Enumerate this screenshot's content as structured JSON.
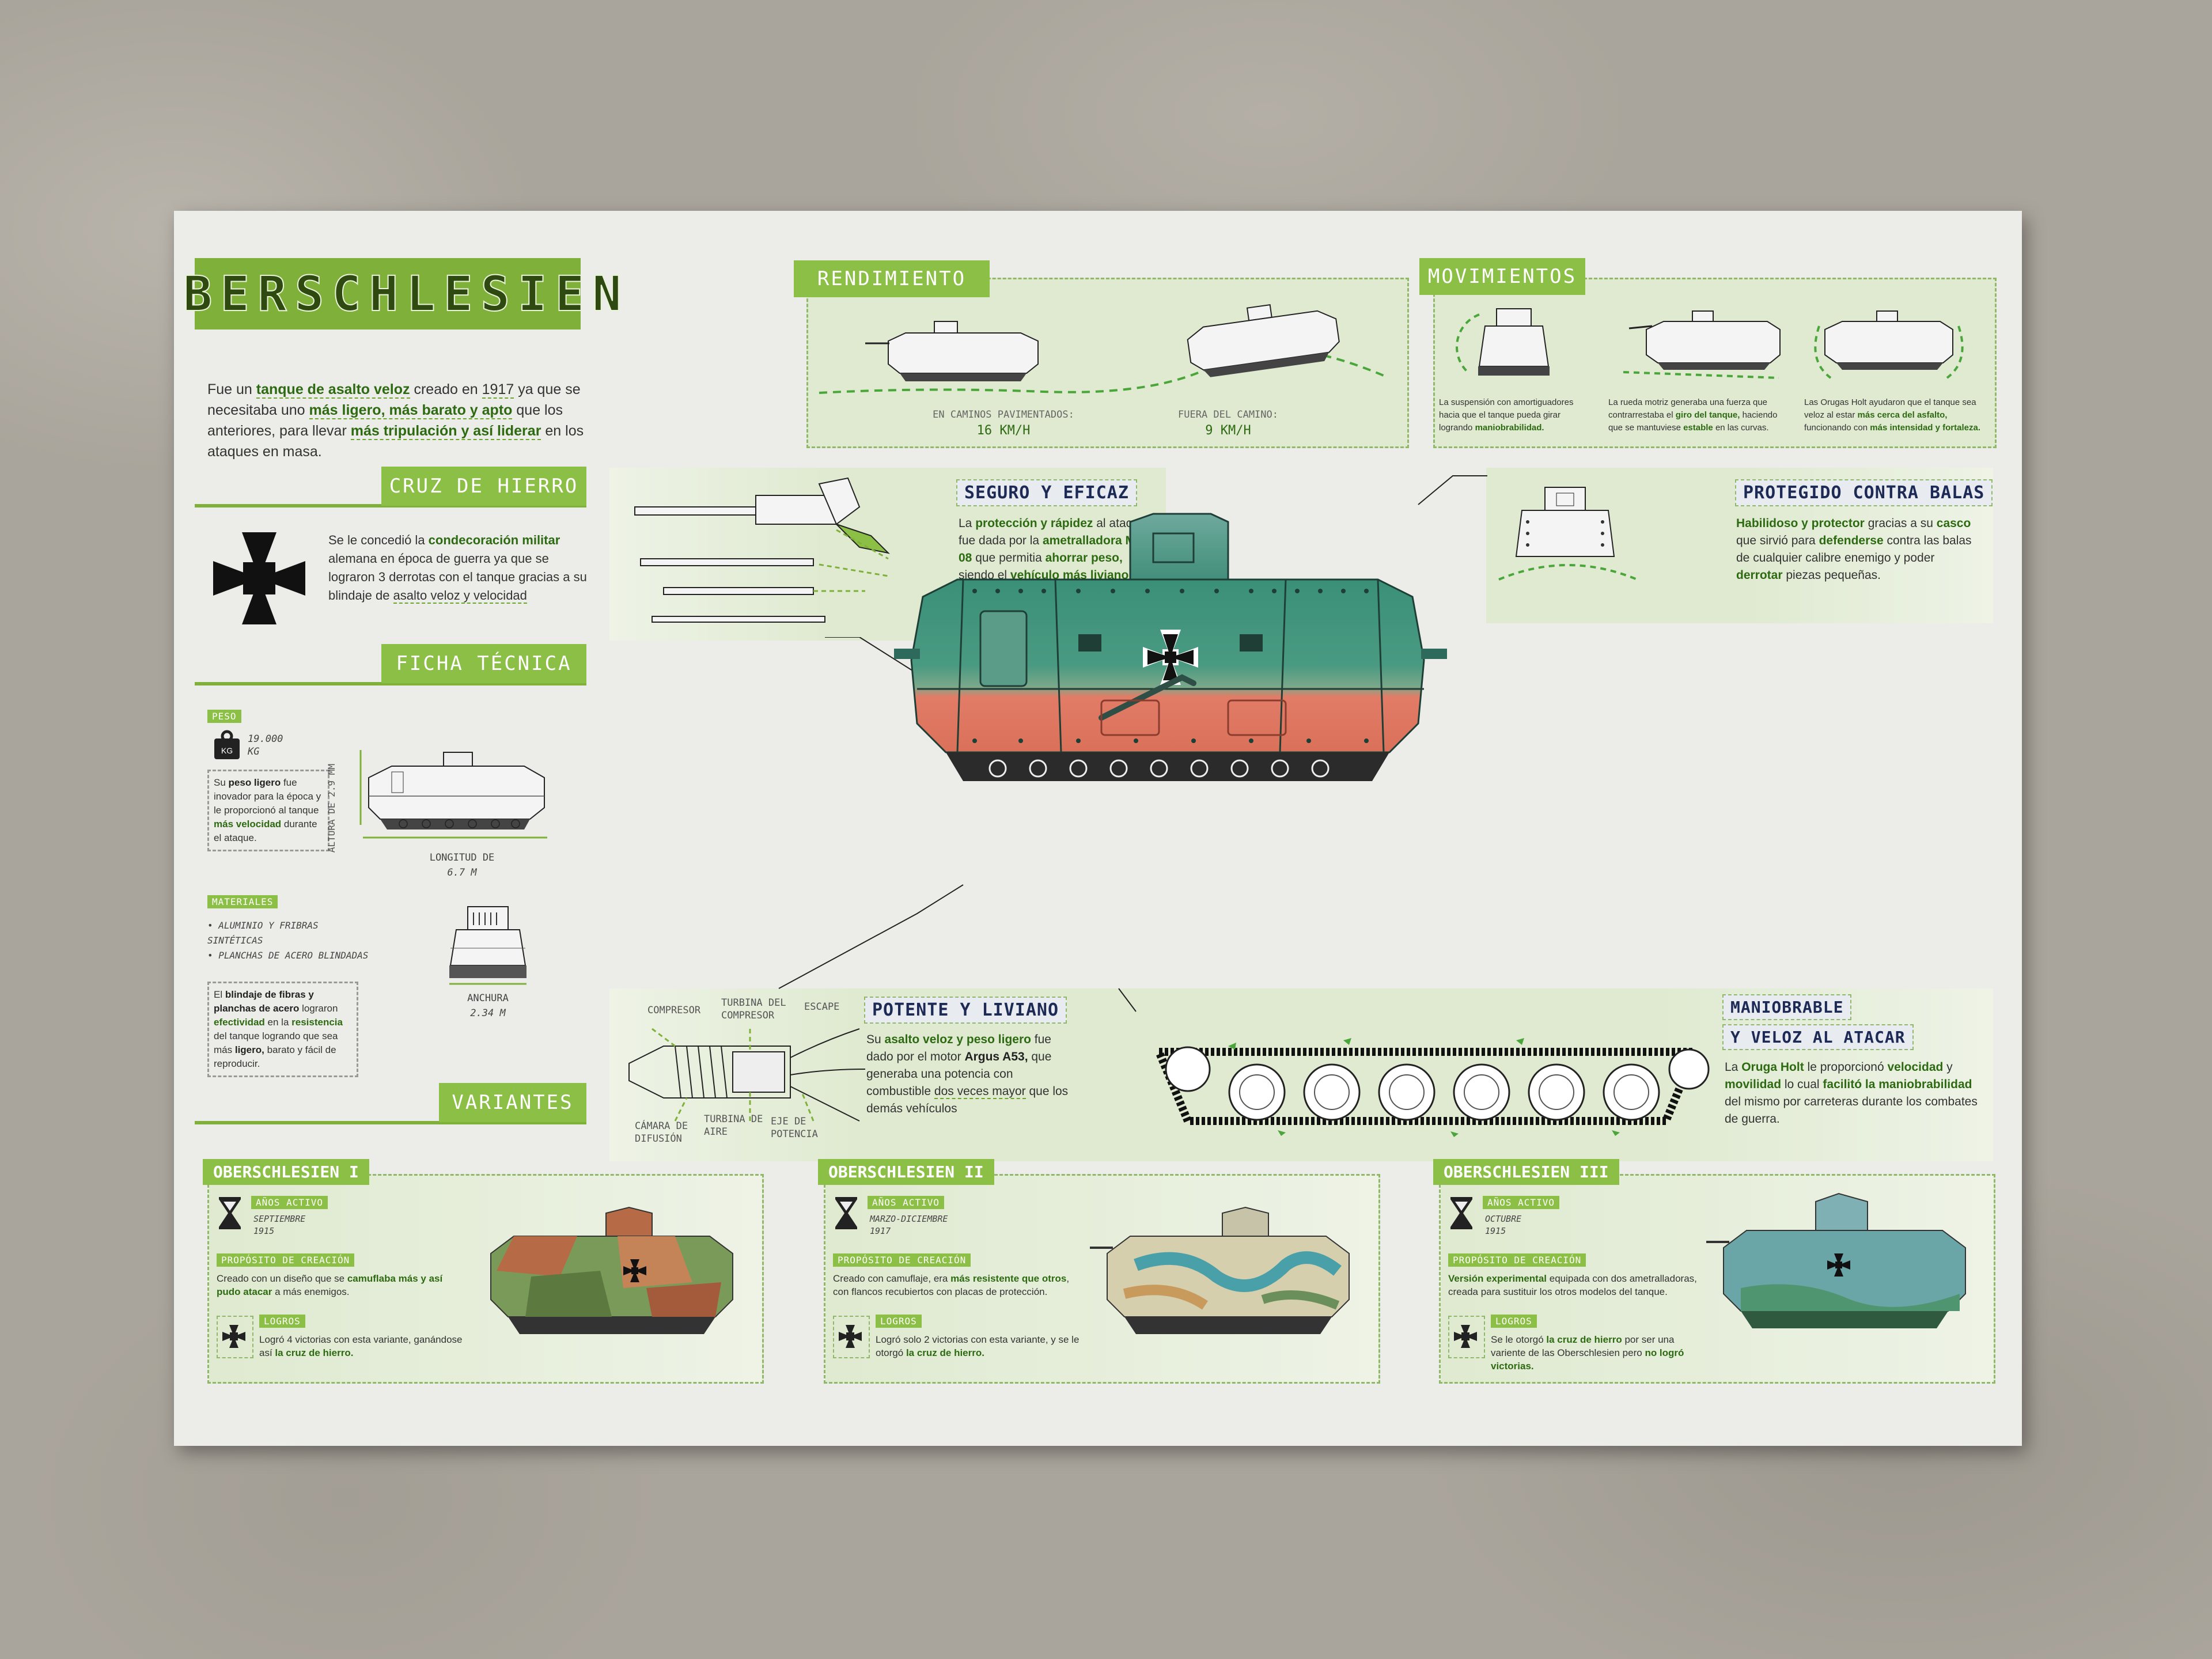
{
  "title": "OBERSCHLESIEN",
  "intro": {
    "p1": "Fue un ",
    "b1": "tanque de asalto veloz",
    "p2": " creado en ",
    "year": "1917",
    "p3": " ya que se necesitaba uno ",
    "b2": "más ligero, más barato y apto",
    "p4": " que los anteriores, para llevar ",
    "b3": "más tripulación y así liderar",
    "p5": " en los ataques en masa."
  },
  "cruz": {
    "header": "CRUZ DE HIERRO",
    "p1": "Se le concedió la ",
    "b1": "condecoración militar",
    "p2": " alemana en época de guerra ya que se lograron 3 derrotas con el tanque gracias a su blindaje de ",
    "b2": "asalto veloz y velocidad"
  },
  "ficha": {
    "header": "FICHA TÉCNICA",
    "peso_tab": "PESO",
    "peso_value": "19.000",
    "peso_unit": "KG",
    "peso_text_1": "Su ",
    "peso_text_b1": "peso ligero",
    "peso_text_2": " fue inovador para la época y le proporcionó al tanque ",
    "peso_text_b2": "más velocidad",
    "peso_text_3": " durante el ataque.",
    "altura_label": "ALTURA DE",
    "altura_value": "2.9 MM",
    "longitud_label": "LONGITUD DE",
    "longitud_value": "6.7 M",
    "anchura_label": "ANCHURA",
    "anchura_value": "2.34 M",
    "materiales_tab": "MATERIALES",
    "materiales": [
      "ALUMINIO Y FRIBRAS SINTÉTICAS",
      "PLANCHAS DE ACERO BLINDADAS"
    ],
    "blindaje_1": "El ",
    "blindaje_b1": "blindaje de fibras y planchas de acero",
    "blindaje_2": " lograron ",
    "blindaje_b2": "efectividad",
    "blindaje_3": " en la ",
    "blindaje_b3": "resistencia",
    "blindaje_4": " del tanque logrando que sea más ",
    "blindaje_b4": "ligero,",
    "blindaje_5": " barato y fácil de reproducir."
  },
  "rendimiento": {
    "header": "RENDIMIENTO",
    "label1": "EN CAMINOS PAVIMENTADOS:",
    "value1": "16 KM/H",
    "label2": "FUERA DEL CAMINO:",
    "value2": "9 KM/H"
  },
  "movimientos": {
    "header": "MOVIMIENTOS",
    "m1_1": "La suspensión con amortiguadores hacia que el tanque pueda girar logrando ",
    "m1_b": "maniobrabilidad.",
    "m2_1": "La rueda motriz generaba una fuerza que contrarrestaba el ",
    "m2_b1": "giro del tanque,",
    "m2_2": " haciendo que se mantuviese ",
    "m2_b2": "estable",
    "m2_3": " en las curvas.",
    "m3_1": "Las Orugas Holt ayudaron que el tanque sea veloz al estar ",
    "m3_b1": "más cerca del asfalto,",
    "m3_2": " funcionando con ",
    "m3_b2": "más intensidad y fortaleza."
  },
  "seguro": {
    "header": "SEGURO Y EFICAZ",
    "p1": "La ",
    "b1": "protección y rápidez",
    "p2": " al atacar fue dada por la ",
    "b2": "ametralladora MG 08",
    "p3": " que permitia ",
    "b3": "ahorrar peso,",
    "p4": " siendo el ",
    "b4": "vehículo más liviano."
  },
  "protegido": {
    "header": "PROTEGIDO CONTRA BALAS",
    "b1": "Habilidoso y protector",
    "p1": " gracias a su ",
    "b2": "casco",
    "p2": " que sirvió para ",
    "b3": "defenderse",
    "p3": " contra las balas de cualquier calibre enemigo y poder ",
    "b4": "derrotar",
    "p4": " piezas pequeñas."
  },
  "potente": {
    "header": "POTENTE Y LIVIANO",
    "p1": "Su ",
    "b1": "asalto veloz y peso ligero",
    "p2": " fue dado por el motor ",
    "b2": "Argus A53,",
    "p3": " que generaba una potencia con combustible ",
    "u1": "dos veces mayor",
    "p4": " que los demás vehículos",
    "labels": {
      "compresor": "COMPRESOR",
      "turbina_compresor": "TURBINA DEL COMPRESOR",
      "escape": "ESCAPE",
      "camara": "CÁMARA DE DIFUSIÓN",
      "turbina_aire": "TURBINA DE AIRE",
      "eje": "EJE DE POTENCIA"
    }
  },
  "maniobrable": {
    "header1": "MANIOBRABLE",
    "header2": "Y VELOZ AL ATACAR",
    "p1": "La ",
    "b1": "Oruga Holt",
    "p2": " le proporcionó ",
    "b2": "velocidad",
    "p3": " y ",
    "b3": "movilidad",
    "p4": " lo cual ",
    "b4": "facilitó la maniobrabilidad",
    "p5": " del mismo por carreteras durante los combates de guerra."
  },
  "variantes": {
    "header": "VARIANTES",
    "anos_tab": "AÑOS ACTIVO",
    "proposito_tab": "PROPÓSITO DE CREACIÓN",
    "logros_tab": "LOGROS",
    "items": [
      {
        "name": "OBERSCHLESIEN I",
        "years_1": "SEPTIEMBRE",
        "years_2": "1915",
        "prop_1": "Creado con un diseño que se ",
        "prop_b1": "camuflaba",
        "prop_2": " ",
        "prop_b2": "más y así pudo atacar",
        "prop_3": " a más enemigos.",
        "log_1": "Logró 4 victorias con esta variante, ganándose así ",
        "log_b": "la cruz de hierro."
      },
      {
        "name": "OBERSCHLESIEN II",
        "years_1": "MARZO-DICIEMBRE",
        "years_2": "1917",
        "prop_1": "Creado con camuflaje, era ",
        "prop_b1": "más resistente que otros",
        "prop_2": ", con flancos recubiertos con placas de protección.",
        "prop_b2": "",
        "prop_3": "",
        "log_1": "Logró solo 2 victorias con esta variante, y se le otorgó ",
        "log_b": "la cruz de hierro."
      },
      {
        "name": "OBERSCHLESIEN III",
        "years_1": "OCTUBRE",
        "years_2": "1915",
        "prop_1": "",
        "prop_b1": "Versión experimental",
        "prop_2": " equipada con dos ametralladoras, creada para sustituir los otros modelos del tanque.",
        "prop_b2": "",
        "prop_3": "",
        "log_1": "Se le otorgó ",
        "log_b": "la cruz de hierro",
        "log_2": " por ser una variente de las Oberschlesien pero ",
        "log_b2": "no logró victorias."
      }
    ]
  },
  "colors": {
    "accent": "#8cbf45",
    "dark_green": "#2d6a12",
    "navy": "#1c2a55",
    "panel": "#dfead0",
    "tank_green": "#3f8f78",
    "tank_red": "#e07a63"
  }
}
